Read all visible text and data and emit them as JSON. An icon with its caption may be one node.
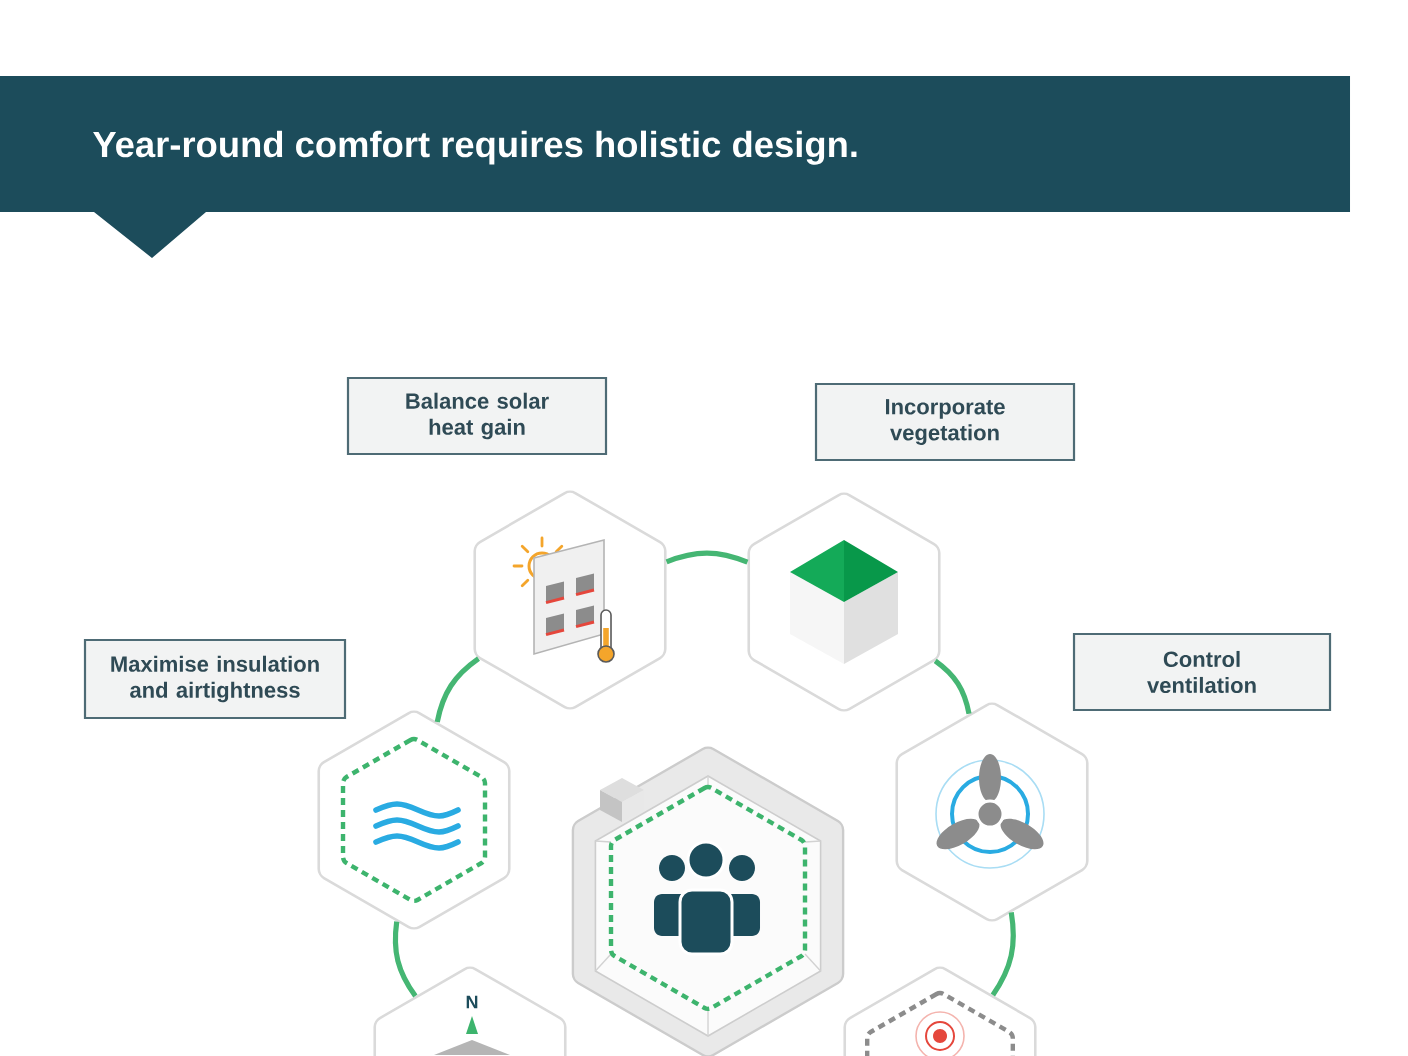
{
  "diagram": {
    "title": "Year-round comfort requires holistic design.",
    "nodes": [
      {
        "text": [
          "Balance solar heat gain"
        ]
      },
      {
        "text": [
          "Incorporate vegetation"
        ]
      },
      {
        "text": [
          "Maximise insulation and airtightness"
        ]
      },
      {
        "text": [
          "Control ventilation"
        ]
      },
      {
        "text": [],
        "shape": "hexagon"
      },
      {
        "text": [],
        "shape": "hexagon"
      },
      {
        "text": [],
        "shape": "hexagon"
      },
      {
        "text": [],
        "shape": "hexagon"
      },
      {
        "text": [],
        "shape": "hexagon"
      },
      {
        "text": [],
        "shape": "hexagon"
      },
      {
        "text": [],
        "shape": "hexagon"
      }
    ],
    "edges": [
      {
        "from": 4,
        "to": 5,
        "arrow": "none"
      },
      {
        "from": 5,
        "to": 7,
        "arrow": "none"
      },
      {
        "from": 7,
        "to": 10,
        "arrow": "none"
      },
      {
        "from": 9,
        "to": 6,
        "arrow": "none"
      },
      {
        "from": 6,
        "to": 4,
        "arrow": "none"
      }
    ],
    "labels": [
      "N"
    ]
  }
}
